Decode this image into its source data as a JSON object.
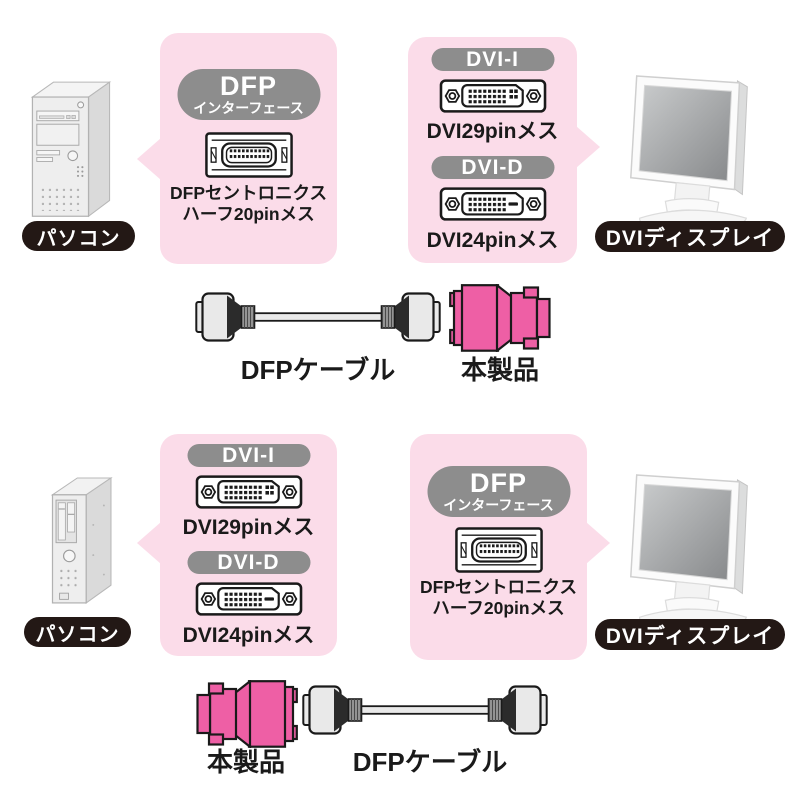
{
  "colors": {
    "bubble_pink": "#fbdce9",
    "pill_gray": "#8d8d8d",
    "pill_black": "#231815",
    "adapter_pink": "#ee5fa5",
    "outline_black": "#1a1a1a"
  },
  "sections": {
    "top": {
      "pc_label": "パソコン",
      "display_label": "DVIディスプレイ",
      "dfp_bubble": {
        "title": "DFP",
        "subtitle": "インターフェース",
        "caption_line1": "DFPセントロニクス",
        "caption_line2": "ハーフ20pinメス"
      },
      "dvi_bubble": {
        "dvi_i": {
          "label": "DVI-I",
          "caption": "DVI29pinメス"
        },
        "dvi_d": {
          "label": "DVI-D",
          "caption": "DVI24pinメス"
        }
      },
      "cable_label": "DFPケーブル",
      "product_label": "本製品"
    },
    "bottom": {
      "pc_label": "パソコン",
      "display_label": "DVIディスプレイ",
      "dfp_bubble": {
        "title": "DFP",
        "subtitle": "インターフェース",
        "caption_line1": "DFPセントロニクス",
        "caption_line2": "ハーフ20pinメス"
      },
      "dvi_bubble": {
        "dvi_i": {
          "label": "DVI-I",
          "caption": "DVI29pinメス"
        },
        "dvi_d": {
          "label": "DVI-D",
          "caption": "DVI24pinメス"
        }
      },
      "cable_label": "DFPケーブル",
      "product_label": "本製品"
    }
  }
}
